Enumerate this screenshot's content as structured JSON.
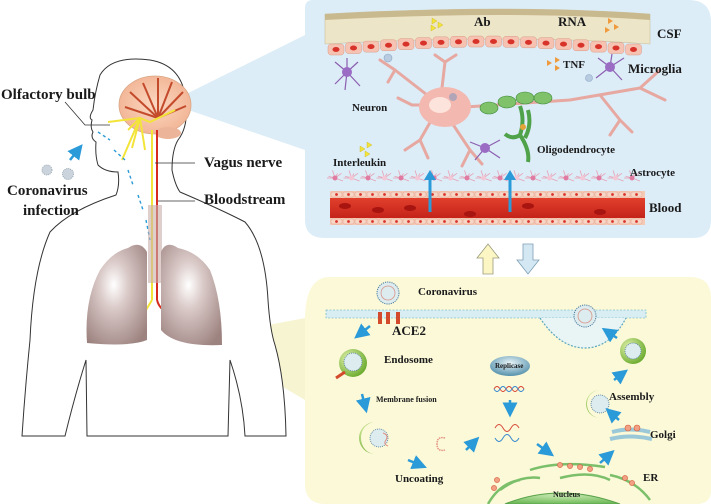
{
  "body_panel": {
    "labels": {
      "olfactory_bulb": "Olfactory bulb",
      "vagus_nerve": "Vagus nerve",
      "bloodstream": "Bloodstream",
      "infection_line1": "Coronavirus",
      "infection_line2": "infection"
    }
  },
  "brain_panel": {
    "labels": {
      "ab": "Ab",
      "rna": "RNA",
      "csf": "CSF",
      "tnf": "TNF",
      "microglia": "Microglia",
      "neuron": "Neuron",
      "oligodendrocyte": "Oligodendrocyte",
      "interleukin": "Interleukin",
      "astrocyte": "Astrocyte",
      "blood": "Blood"
    }
  },
  "cell_panel": {
    "labels": {
      "coronavirus": "Coronavirus",
      "ace2": "ACE2",
      "endosome": "Endosome",
      "membrane_fusion": "Membrane fusion",
      "uncoating": "Uncoating",
      "replicase": "Replicase",
      "assembly": "Assembly",
      "golgi": "Golgi",
      "er": "ER",
      "nucleus": "Nucleus"
    }
  },
  "colors": {
    "brain_panel_bg": "#dcedf8",
    "cell_panel_bg": "#fbf9d8",
    "arrow_blue": "#2a9ad8",
    "blood_red": "#d62b1f",
    "nerve_yellow": "#f3e43a",
    "lung_brown": "#a88d8a",
    "virus_green": "#8cc63f"
  }
}
